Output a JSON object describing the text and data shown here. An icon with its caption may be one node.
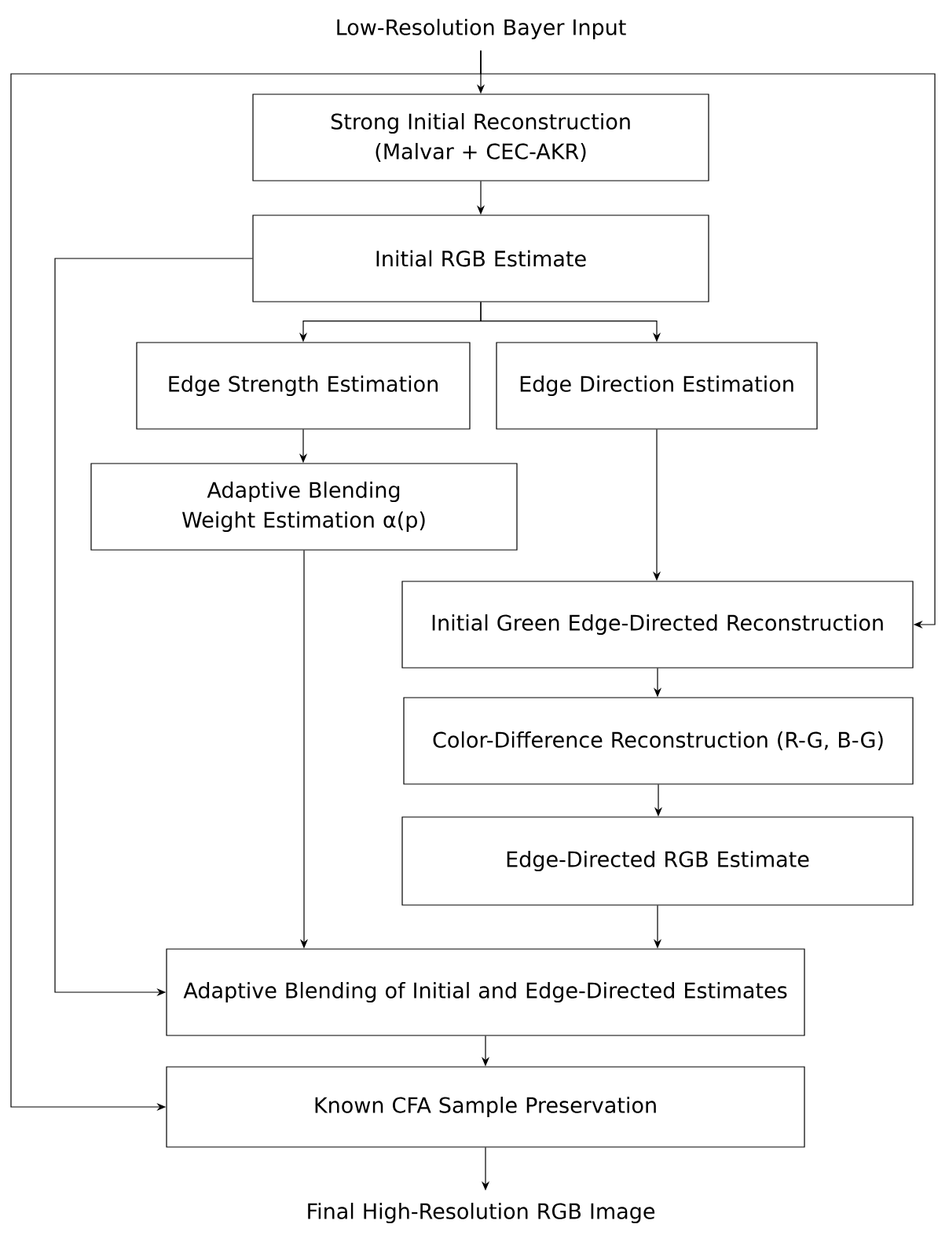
{
  "diagram": {
    "nodes": [
      {
        "text": [
          "Low-Resolution Bayer Input"
        ]
      },
      {
        "text": [
          "Strong Initial Reconstruction (Malvar + CEC-AKR)"
        ]
      },
      {
        "text": [
          "Initial RGB Estimate"
        ]
      },
      {
        "text": [
          "Edge Strength Estimation"
        ]
      },
      {
        "text": [
          "Edge Direction Estimation"
        ]
      },
      {
        "text": [
          "Adaptive Blending Weight Estimation α(p)"
        ]
      },
      {
        "text": [
          "Initial Green Edge-Directed Reconstruction"
        ]
      },
      {
        "text": [
          "Color-Difference Reconstruction (R-G, B-G)"
        ]
      },
      {
        "text": [
          "Edge-Directed RGB Estimate"
        ]
      },
      {
        "text": [
          "Adaptive Blending of Initial and Edge-Directed Estimates"
        ]
      },
      {
        "text": [
          "Known CFA Sample Preservation"
        ]
      },
      {
        "text": [
          "Final High-Resolution RGB Image"
        ]
      }
    ],
    "edges": [
      {
        "from": 0,
        "to": 1,
        "arrow": "to"
      },
      {
        "from": 1,
        "to": 2,
        "arrow": "to"
      },
      {
        "from": 2,
        "to": 3,
        "arrow": "to"
      },
      {
        "from": 2,
        "to": 4,
        "arrow": "to"
      },
      {
        "from": 3,
        "to": 5,
        "arrow": "to"
      },
      {
        "from": 4,
        "to": 6,
        "arrow": "to"
      },
      {
        "from": 6,
        "to": 7,
        "arrow": "to"
      },
      {
        "from": 7,
        "to": 8,
        "arrow": "to"
      },
      {
        "from": 5,
        "to": 9,
        "arrow": "to"
      },
      {
        "from": 8,
        "to": 9,
        "arrow": "to"
      },
      {
        "from": 2,
        "to": 9,
        "arrow": "to"
      },
      {
        "from": 9,
        "to": 10,
        "arrow": "to"
      },
      {
        "from": 0,
        "to": 10,
        "arrow": "to"
      },
      {
        "from": 0,
        "to": 6,
        "arrow": "to"
      },
      {
        "from": 10,
        "to": 11,
        "arrow": "to"
      }
    ]
  }
}
